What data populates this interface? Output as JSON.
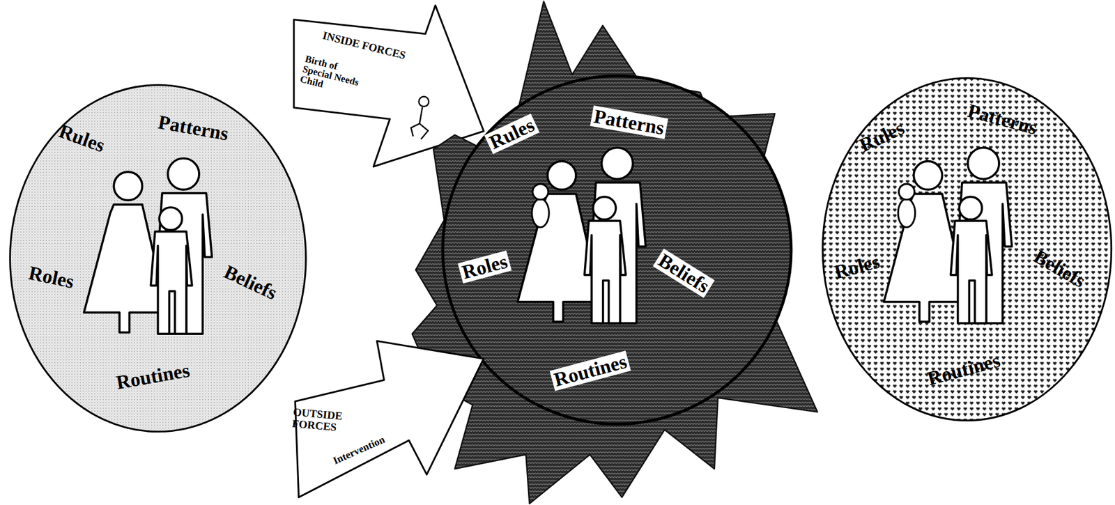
{
  "diagram": {
    "nodes": [
      {
        "text": [
          "Rules",
          "Patterns",
          "Roles",
          "Beliefs",
          "Routines"
        ]
      },
      {
        "text": [
          "INSIDE FORCES",
          "Birth of Special Needs Child"
        ]
      },
      {
        "text": [
          "Rules",
          "Patterns",
          "Roles",
          "Beliefs",
          "Routines"
        ]
      },
      {
        "text": [
          "OUTSIDE FORCES",
          "Intervention"
        ]
      },
      {
        "text": [
          "Rules",
          "Patterns",
          "Roles",
          "Beliefs",
          "Routines"
        ]
      }
    ]
  }
}
